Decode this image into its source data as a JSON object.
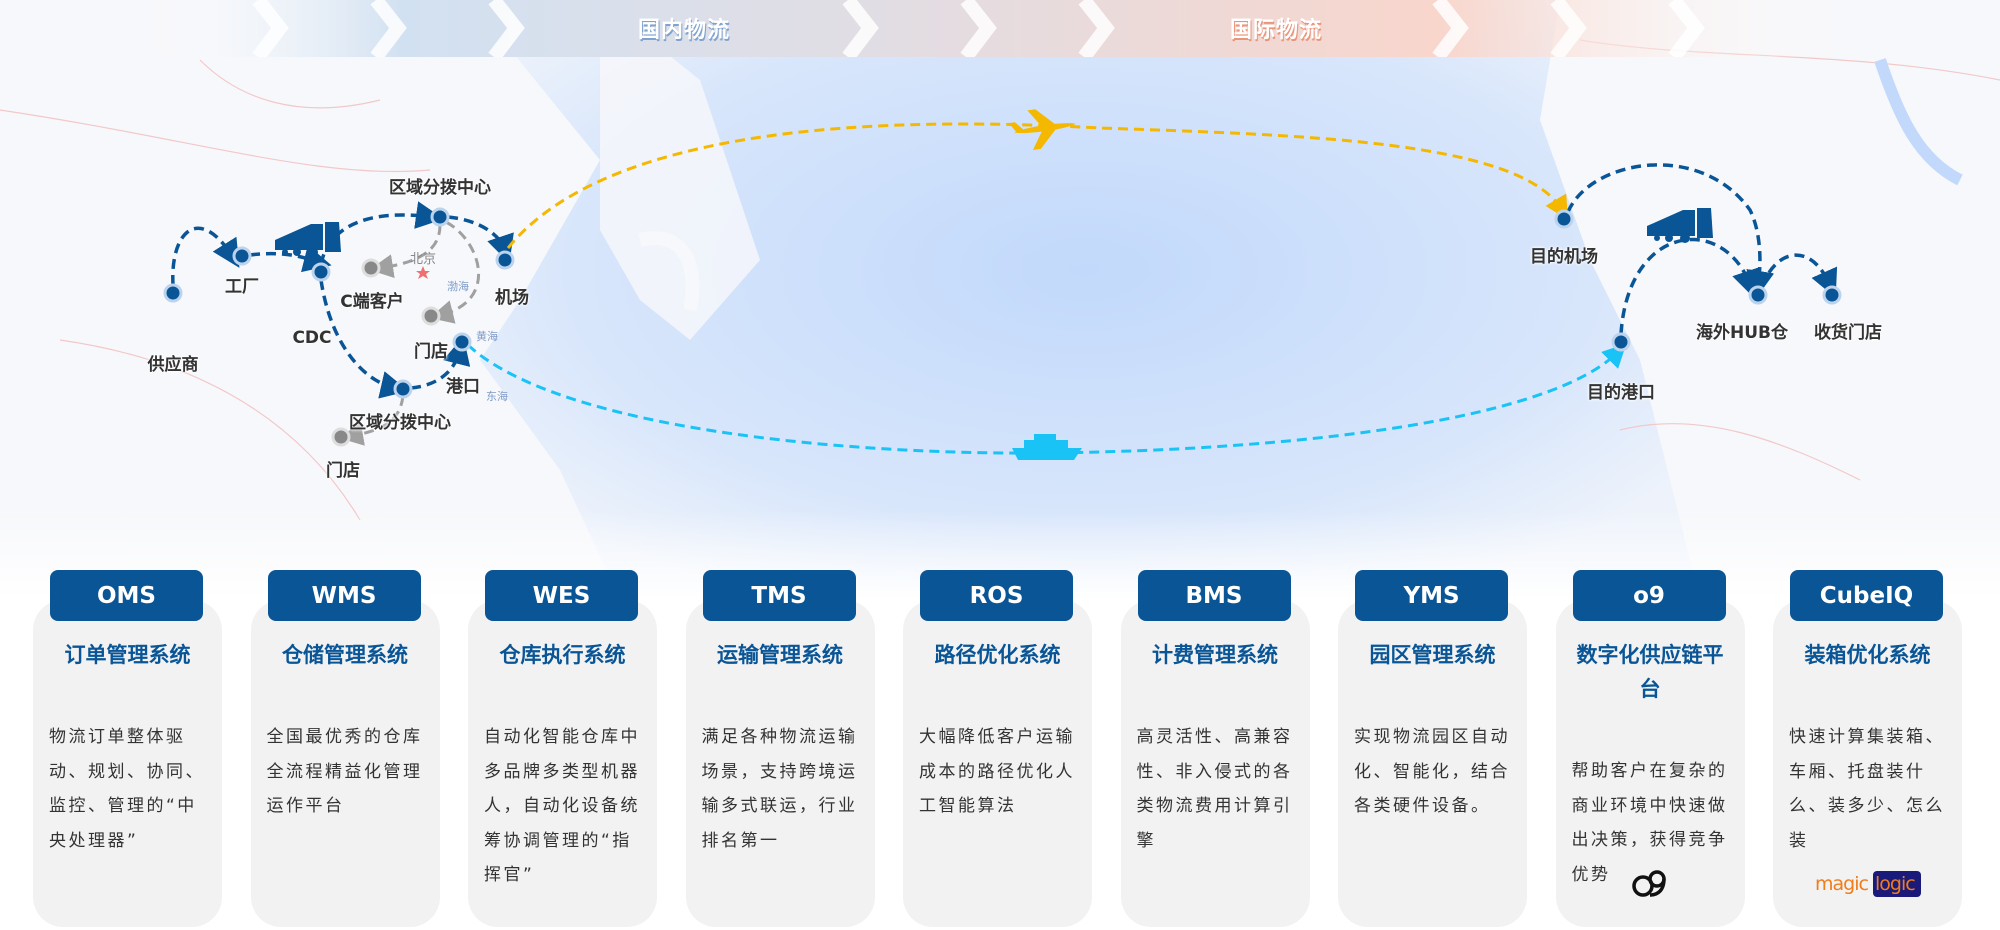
{
  "banner": {
    "domestic": "国内物流",
    "international": "国际物流"
  },
  "map": {
    "nodes": {
      "supplier": "供应商",
      "factory": "工厂",
      "cdc": "CDC",
      "rdc_north": "区域分拨中心",
      "c_customer": "C端客户",
      "airport": "机场",
      "store_north": "门店",
      "port": "港口",
      "rdc_south": "区域分拨中心",
      "store_south": "门店",
      "dest_airport": "目的机场",
      "dest_port": "目的港口",
      "overseas_hub": "海外HUB仓",
      "receiving_store": "收货门店"
    },
    "places": {
      "beijing": "北京",
      "bohai": "渤海",
      "yellow_sea": "黄海",
      "east_sea": "东海"
    },
    "colors": {
      "domestic_route": "#0a5596",
      "air_route": "#f5b800",
      "sea_route": "#19c3f5",
      "secondary_route": "#a0a0a0"
    }
  },
  "cards": [
    {
      "code": "OMS",
      "title": "订单管理系统",
      "desc": "物流订单整体驱动、规划、协同、监控、管理的“中央处理器”"
    },
    {
      "code": "WMS",
      "title": "仓储管理系统",
      "desc": "全国最优秀的仓库全流程精益化管理运作平台"
    },
    {
      "code": "WES",
      "title": "仓库执行系统",
      "desc": "自动化智能仓库中多品牌多类型机器人，自动化设备统筹协调管理的“指挥官”"
    },
    {
      "code": "TMS",
      "title": "运输管理系统",
      "desc": "满足各种物流运输场景，支持跨境运输多式联运，行业排名第一"
    },
    {
      "code": "ROS",
      "title": "路径优化系统",
      "desc": "大幅降低客户运输成本的路径优化人工智能算法"
    },
    {
      "code": "BMS",
      "title": "计费管理系统",
      "desc": "高灵活性、高兼容性、非入侵式的各类物流费用计算引擎"
    },
    {
      "code": "YMS",
      "title": "园区管理系统",
      "desc": "实现物流园区自动化、智能化，结合各类硬件设备。"
    },
    {
      "code": "o9",
      "title": "数字化供应链平台",
      "desc": "帮助客户在复杂的商业环境中快速做出决策，获得竞争优势",
      "logo": "o9"
    },
    {
      "code": "CubeIQ",
      "title": "装箱优化系统",
      "desc": "快速计算集装箱、车厢、托盘装什么、装多少、怎么装",
      "logo": "magiclogic"
    }
  ]
}
